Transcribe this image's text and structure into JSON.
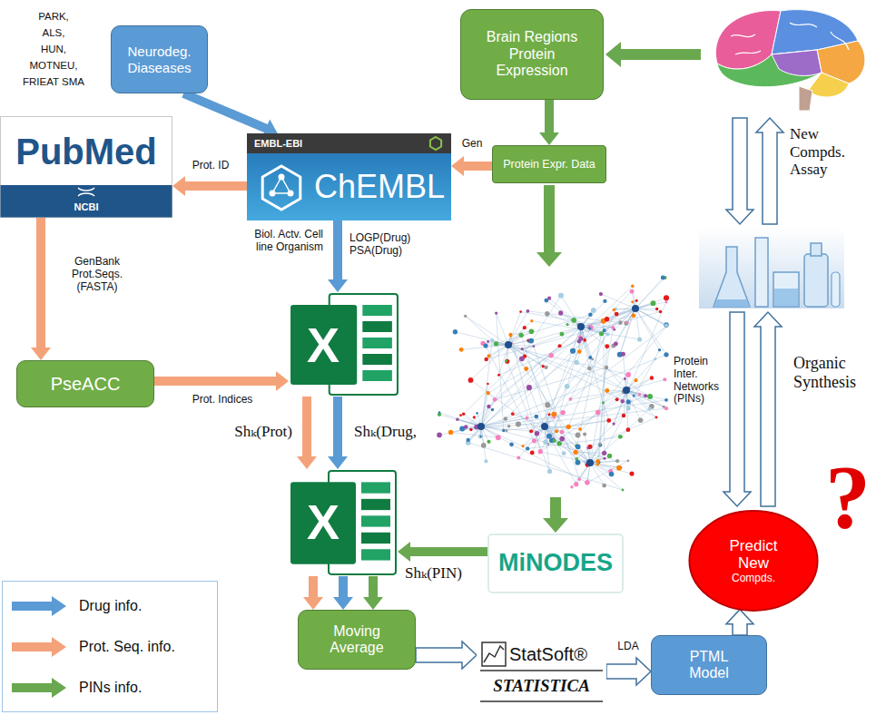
{
  "diagram": {
    "nodes": [
      {
        "text": [
          "Neurodeg. Diaseases"
        ]
      },
      {
        "text": [
          "Brain Regions Protein Expression"
        ]
      },
      {
        "text": [
          "PubMed",
          "NCBI"
        ]
      },
      {
        "text": [
          "EMBL-EBI",
          "ChEMBL"
        ]
      },
      {
        "text": [
          "Protein Expr. Data"
        ]
      },
      {
        "text": [
          "PseACC"
        ]
      },
      {
        "text": [
          "X"
        ]
      },
      {
        "text": [
          "X"
        ]
      },
      {
        "text": [
          "MiNODES"
        ]
      },
      {
        "text": [
          "Moving Average"
        ]
      },
      {
        "text": [
          "StatSoft®",
          "STATISTICA"
        ]
      },
      {
        "text": [
          "PTML Model"
        ]
      },
      {
        "text": [
          "Predict New",
          "Compds."
        ]
      }
    ],
    "edges": [
      {
        "from": 0,
        "to": 3,
        "arrow": "to"
      },
      {
        "from": 3,
        "to": 2,
        "label": "Prot. ID",
        "arrow": "to"
      },
      {
        "from": 4,
        "to": 3,
        "label": "Gen",
        "arrow": "to"
      },
      {
        "from": 1,
        "to": 4,
        "arrow": "to"
      },
      {
        "from": 2,
        "to": 5,
        "label": "GenBank Prot.Seqs. (FASTA)",
        "arrow": "to"
      },
      {
        "from": 5,
        "to": 6,
        "label": "Prot. Indices",
        "arrow": "to"
      },
      {
        "from": 3,
        "to": 6,
        "label": "Biol. Actv. Cell line Organism",
        "arrow": "to"
      },
      {
        "from": 6,
        "to": 7,
        "label": "Shₖ(Prot)",
        "arrow": "to"
      },
      {
        "from": 6,
        "to": 7,
        "label": "Shₖ(Drug,",
        "arrow": "to"
      },
      {
        "from": 8,
        "to": 7,
        "label": "Shₖ(PIN)",
        "arrow": "to"
      },
      {
        "from": 7,
        "to": 9,
        "arrow": "to"
      },
      {
        "from": 7,
        "to": 9,
        "arrow": "to"
      },
      {
        "from": 7,
        "to": 9,
        "arrow": "to"
      },
      {
        "from": 9,
        "to": 10,
        "arrow": "to"
      },
      {
        "from": 10,
        "to": 11,
        "label": "LDA",
        "arrow": "to"
      },
      {
        "from": 11,
        "to": 12,
        "arrow": "to"
      }
    ],
    "labels": [
      "PARK,",
      "ALS,",
      "HUN,",
      "MOTNEU,",
      "FRIEAT SMA",
      "LOGP(Drug) PSA(Drug)",
      "Protein Inter. Networks (PINs)",
      "New Compds. Assay",
      "Organic Synthesis",
      "?"
    ],
    "legend": [
      {
        "text": "Drug info.",
        "color": "#5b9bd5"
      },
      {
        "text": "Prot. Seq. info.",
        "color": "#f4a27a"
      },
      {
        "text": "PINs info.",
        "color": "#6aa84f"
      }
    ]
  }
}
